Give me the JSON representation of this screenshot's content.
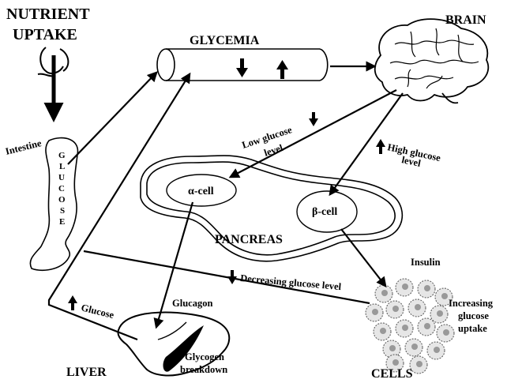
{
  "labels": {
    "nutrient_uptake_1": "NUTRIENT",
    "nutrient_uptake_2": "UPTAKE",
    "glycemia": "GLYCEMIA",
    "brain": "BRAIN",
    "intestine": "Intestine",
    "glucose_vertical": [
      "G",
      "L",
      "U",
      "C",
      "O",
      "S",
      "E"
    ],
    "low_glucose_1": "Low glucose",
    "low_glucose_2": "level",
    "high_glucose_1": "High glucose",
    "high_glucose_2": "level",
    "alpha_cell": "α-cell",
    "beta_cell": "β-cell",
    "pancreas": "PANCREAS",
    "insulin": "Insulin",
    "decreasing": "Decreasing glucose level",
    "glucose": "Glucose",
    "glucagon": "Glucagon",
    "increasing_1": "Increasing",
    "increasing_2": "glucose",
    "increasing_3": "uptake",
    "liver": "LIVER",
    "glycogen_1": "Glycogen",
    "glycogen_2": "breakdown",
    "cells": "CELLS"
  }
}
